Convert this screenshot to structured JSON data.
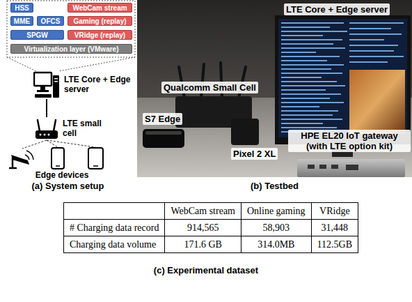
{
  "diagram": {
    "nodes": [
      {
        "text": [
          "HSS"
        ]
      },
      {
        "text": [
          "MME"
        ]
      },
      {
        "text": [
          "OFCS"
        ]
      },
      {
        "text": [
          "SPGW"
        ]
      },
      {
        "text": [
          "WebCam stream"
        ]
      },
      {
        "text": [
          "Gaming (replay)"
        ]
      },
      {
        "text": [
          "VRidge (replay)"
        ]
      },
      {
        "text": [
          "Virtualization layer (VMware)"
        ]
      },
      {
        "text": [
          "LTE Core + Edge server"
        ]
      },
      {
        "text": [
          "LTE small cell"
        ]
      }
    ],
    "edges": [
      {
        "from": 8,
        "to": 9,
        "arrow": "none"
      }
    ],
    "labels": [
      "LTE Core + Edge server",
      "Qualcomm Small Cell",
      "S7 Edge",
      "Pixel 2 XL",
      "HPE EL20 IoT gateway (with LTE option kit)",
      "Edge devices",
      "(a) System setup",
      "(b) Testbed",
      "WebCam stream",
      "Online gaming",
      "VRidge",
      "# Charging data record",
      "914,565",
      "58,903",
      "31,448",
      "Charging data volume",
      "171.6 GB",
      "314.0MB",
      "112.5GB",
      "(c) Experimental dataset"
    ]
  }
}
